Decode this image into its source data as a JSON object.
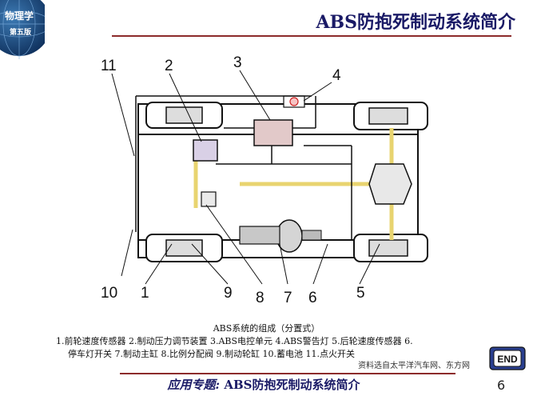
{
  "logo": {
    "line1": "物理学",
    "line2": "第五版"
  },
  "title": "ABS防抱死制动系统简介",
  "diagram": {
    "callouts": [
      "11",
      "2",
      "3",
      "4",
      "10",
      "1",
      "9",
      "8",
      "7",
      "6",
      "5"
    ]
  },
  "caption": {
    "heading": "ABS系统的组成（分置式）",
    "line1": "1.前轮速度传感器 2.制动压力调节装置 3.ABS电控单元 4.ABS警告灯 5.后轮速度传感器 6.",
    "line2": "停车灯开关 7.制动主缸 8.比例分配阀 9.制动轮缸 10.蓄电池 11.点火开关"
  },
  "source": "资料选自太平洋汽车网、东方网",
  "end_button": {
    "label": "END"
  },
  "footer": {
    "lead": "应用专题:",
    "title": "ABS防抱死制动系统简介"
  },
  "page_number": "6",
  "colors": {
    "title": "#1a1a66",
    "rule": "#8c2b2b",
    "hydraulic": "#f0e08a",
    "ecu": "#e2c9c9"
  }
}
